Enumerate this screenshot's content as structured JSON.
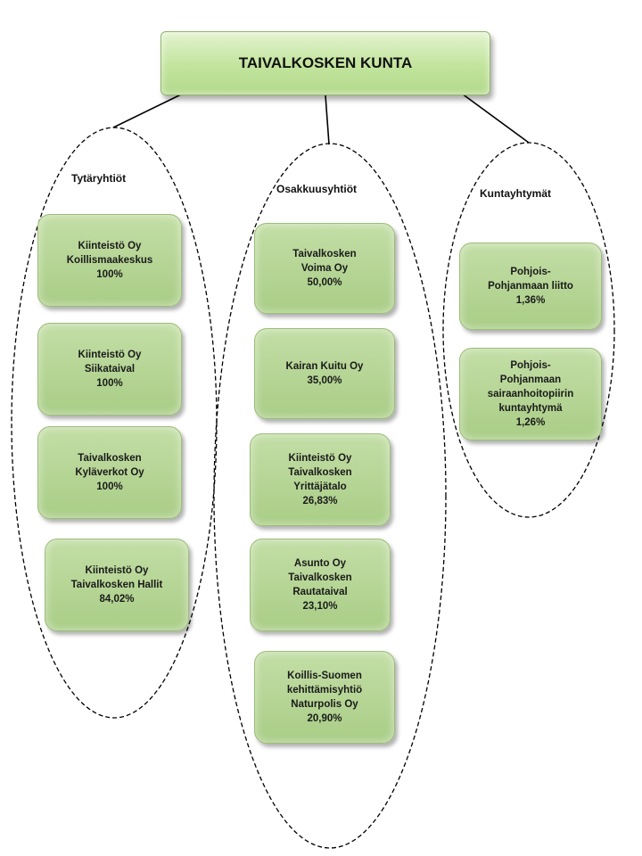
{
  "root": {
    "label": "TAIVALKOSKEN KUNTA"
  },
  "groups": [
    {
      "label": "Tytäryhtiöt",
      "nodes": [
        "Kiinteistö Oy\nKoillismaakeskus\n100%",
        "Kiinteistö Oy\nSiikataival\n100%",
        "Taivalkosken\nKyläverkot Oy\n100%",
        "Kiinteistö Oy\nTaivalkosken Hallit\n84,02%"
      ]
    },
    {
      "label": "Osakkuusyhtiöt",
      "nodes": [
        "Taivalkosken\nVoima Oy\n50,00%",
        "Kairan Kuitu Oy\n35,00%",
        "Kiinteistö Oy\nTaivalkosken\nYrittäjätalo\n26,83%",
        "Asunto Oy\nTaivalkosken\nRautataival\n23,10%",
        "Koillis-Suomen\nkehittämisyhtiö\nNaturpolis Oy\n20,90%"
      ]
    },
    {
      "label": "Kuntayhtymät",
      "nodes": [
        "Pohjois-\nPohjanmaan liitto\n1,36%",
        "Pohjois-\nPohjanmaan\nsairaanhoitopiirin\nkuntayhtymä\n1,26%"
      ]
    }
  ]
}
